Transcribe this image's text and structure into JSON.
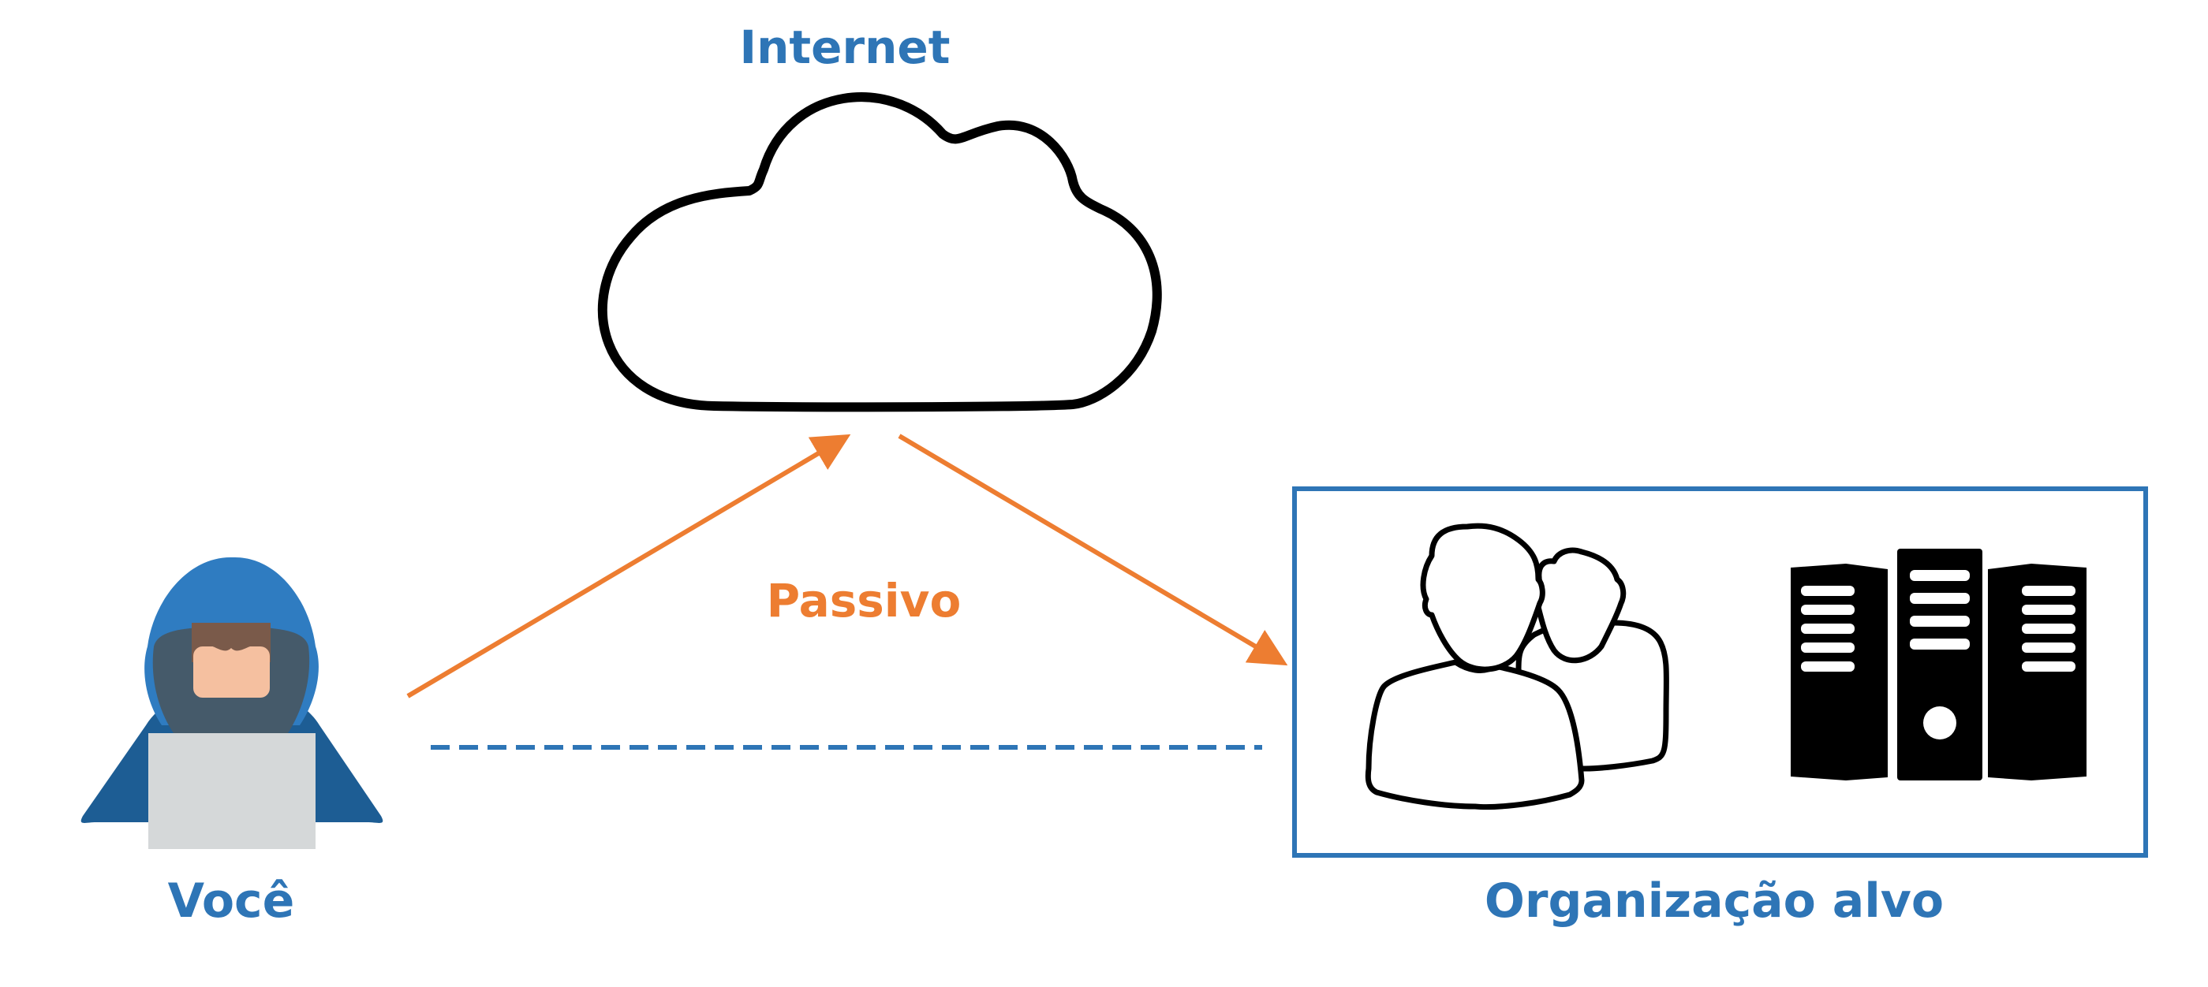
{
  "labels": {
    "internet": "Internet",
    "passive": "Passivo",
    "you": "Você",
    "target_org": "Organização alvo"
  },
  "colors": {
    "blue": "#2e75b6",
    "orange": "#ed7d31",
    "black": "#000000",
    "hood_blue": "#2f7cc1",
    "hood_dark": "#1d5d94",
    "face_shadow": "#455a6a",
    "skin": "#f5c0a0",
    "laptop": "#d5d8d9"
  },
  "icons": [
    "cloud-icon",
    "hacker-icon",
    "users-icon",
    "server-icon"
  ]
}
